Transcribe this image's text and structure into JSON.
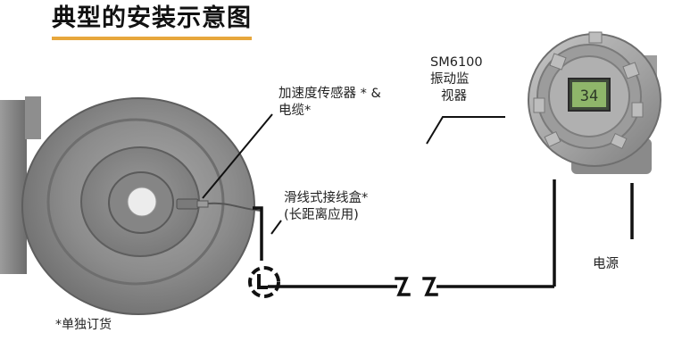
{
  "title": "典型的安装示意图",
  "sensor_label": {
    "line1": "加速度传感器 * &",
    "line2": "电缆*"
  },
  "monitor_label": {
    "line1": "SM6100",
    "line2": "振动监",
    "line3": "视器"
  },
  "junction_box_label": {
    "line1": "滑线式接线盒*",
    "line2": "(长距离应用)"
  },
  "power_label": "电源",
  "footnote": "*单独订货",
  "display_reading": "34",
  "colors": {
    "title_underline": "#e7a73c",
    "line": "#111111",
    "machine_gray": "#8a8a8a",
    "housing_gray": "#a4a4a4",
    "lcd_green": "#8fb66a"
  }
}
